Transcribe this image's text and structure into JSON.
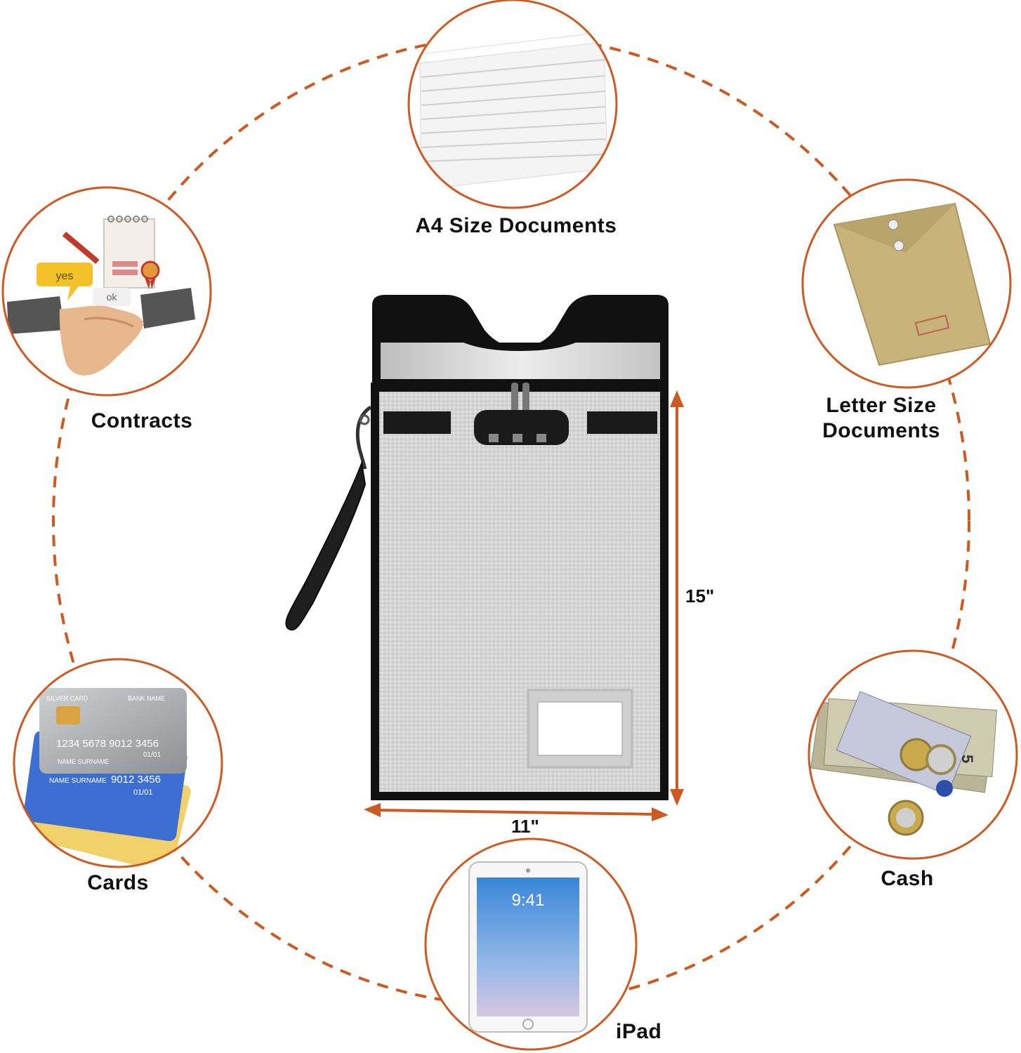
{
  "accent_color": "#cc5a22",
  "items": {
    "a4": "A4 Size Documents",
    "letter_line1": "Letter Size",
    "letter_line2": "Documents",
    "contracts": "Contracts",
    "cards": "Cards",
    "cash": "Cash",
    "ipad": "iPad"
  },
  "dimensions": {
    "height": "15\"",
    "width": "11\""
  },
  "illustrations": {
    "speech_yes": "yes",
    "speech_ok": "ok",
    "card_brand": "SILVER CARD",
    "card_bank": "BANK NAME",
    "card_number": "1234 5678 9012 3456",
    "card_expiry": "01/01",
    "card_holder": "NAME SURNAME",
    "card2_number": "9012 3456",
    "card2_holder": "NAME SURNAME",
    "card2_expiry": "01/01",
    "ipad_time": "9:41",
    "banknote_value": "5"
  }
}
